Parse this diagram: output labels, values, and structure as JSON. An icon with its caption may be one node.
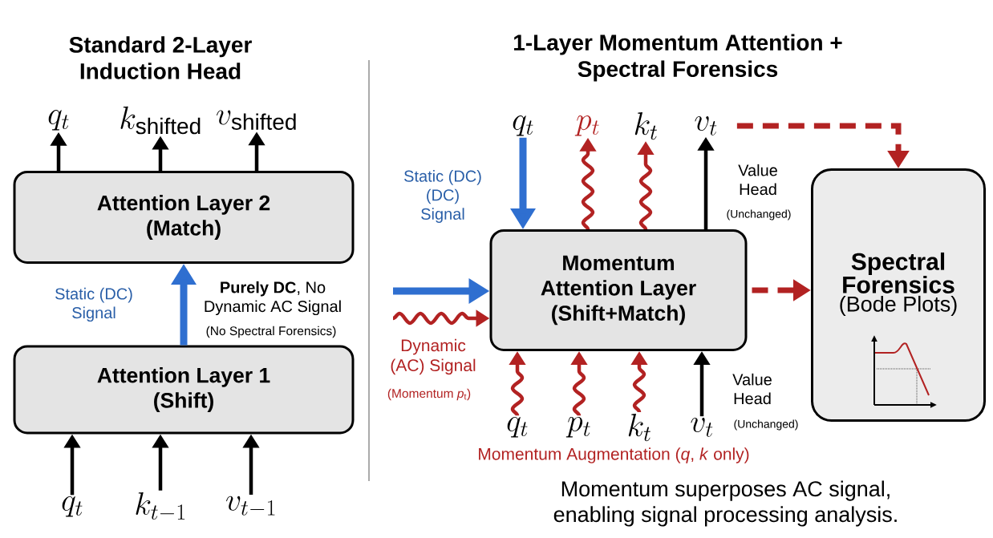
{
  "diagram": {
    "nodes": [
      {
        "text": [
          "q_t"
        ]
      },
      {
        "text": [
          "k_{\\mathrm{shifted}}"
        ]
      },
      {
        "text": [
          "v_{\\mathrm{shifted}}"
        ]
      },
      {
        "text": [
          "Attention Layer 2 (Match)"
        ]
      },
      {
        "text": [
          "Attention Layer 1 (Shift)"
        ]
      },
      {
        "text": [
          "q_t"
        ]
      },
      {
        "text": [
          "k_{t-1}"
        ]
      },
      {
        "text": [
          "v_{t-1}"
        ]
      },
      {
        "text": [
          "q_t"
        ]
      },
      {
        "text": [
          "p_t"
        ]
      },
      {
        "text": [
          "k_t"
        ]
      },
      {
        "text": [
          "v_t"
        ]
      },
      {
        "text": [
          "Momentum Attention Layer (Shift+Match)"
        ]
      },
      {
        "text": [
          "Spectral Forensics",
          "(Bode Plots)"
        ]
      },
      {
        "text": [
          "q_t"
        ]
      },
      {
        "text": [
          "p_t"
        ]
      },
      {
        "text": [
          "k_t"
        ]
      },
      {
        "text": [
          "v_t"
        ]
      }
    ],
    "edges": [
      {
        "from": 5,
        "to": 4,
        "arrow": "to"
      },
      {
        "from": 6,
        "to": 4,
        "arrow": "to"
      },
      {
        "from": 7,
        "to": 4,
        "arrow": "to"
      },
      {
        "from": 4,
        "to": 3,
        "arrow": "to",
        "style": "thick",
        "color": "#2f6fd0"
      },
      {
        "from": 3,
        "to": 0,
        "arrow": "to"
      },
      {
        "from": 3,
        "to": 1,
        "arrow": "to"
      },
      {
        "from": 3,
        "to": 2,
        "arrow": "to"
      },
      {
        "from": 8,
        "to": 12,
        "arrow": "to",
        "style": "thick",
        "color": "#2f6fd0"
      },
      {
        "from": 12,
        "to": 9,
        "arrow": "to",
        "color": "#b22222"
      },
      {
        "from": 12,
        "to": 10,
        "arrow": "to",
        "color": "#b22222"
      },
      {
        "from": 12,
        "to": 11,
        "arrow": "to"
      },
      {
        "from": 14,
        "to": 12,
        "arrow": "to",
        "color": "#b22222"
      },
      {
        "from": 15,
        "to": 12,
        "arrow": "to",
        "color": "#b22222"
      },
      {
        "from": 16,
        "to": 12,
        "arrow": "to",
        "color": "#b22222"
      },
      {
        "from": 17,
        "to": 12,
        "arrow": "to"
      },
      {
        "from": null,
        "to": 12,
        "arrow": "to",
        "style": "thick",
        "color": "#2f6fd0"
      },
      {
        "from": null,
        "to": 12,
        "arrow": "to",
        "color": "#b22222"
      },
      {
        "from": 12,
        "to": 13,
        "arrow": "to",
        "style": "dashed",
        "color": "#b22222"
      },
      {
        "from": 11,
        "to": 13,
        "arrow": "to",
        "style": "dashed",
        "color": "#b22222"
      }
    ],
    "labels": [
      "Standard 2-Layer Induction Head",
      "1-Layer Momentum Attention + Spectral Forensics",
      "Static (DC) Signal",
      "**Purely DC**, No Dynamic AC Signal",
      "(No Spectral Forensics)",
      "Static (DC) (DC) Signal",
      "Value Head",
      "(Unchanged)",
      "Dynamic (AC) Signal",
      "(Momentum *p*$_{t}$)",
      "Value Head",
      "(Unchanged)",
      "Momentum Augmentation (*q*, *k* only)",
      "Momentum superposes AC signal, enabling signal processing analysis."
    ]
  }
}
